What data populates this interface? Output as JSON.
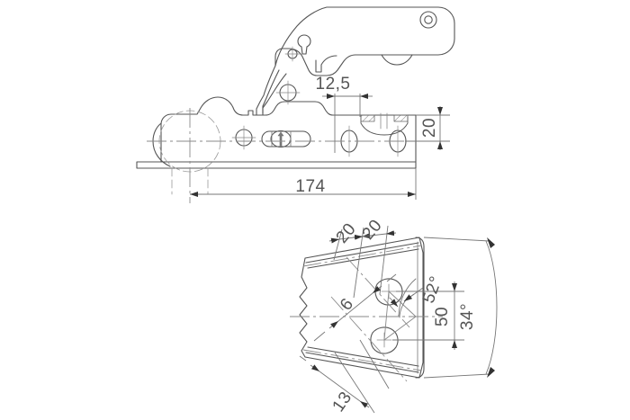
{
  "drawing": {
    "title": "Trailer coupling head technical drawing",
    "background_color": "#ffffff",
    "outline_color": "#555555",
    "center_line_color": "#808080",
    "dim_line_color": "#666666",
    "views": [
      {
        "name": "side-elevation",
        "description": "Side view of trailer coupling with handle, ball socket, lock cylinder and mounting flange"
      },
      {
        "name": "plan-taper-view",
        "description": "Partial plan view of tapered bracket with two slotted holes and angular dimension"
      }
    ],
    "dimensions": {
      "hole_spacing_top": "12,5",
      "flange_height": "20",
      "overall_length": "174",
      "slot_offset_a": "20",
      "slot_offset_b": "20",
      "slot_width": "6",
      "edge_dim": "13",
      "slot_angle": "52°",
      "slot_pitch": "50",
      "taper_angle": "34°"
    }
  }
}
